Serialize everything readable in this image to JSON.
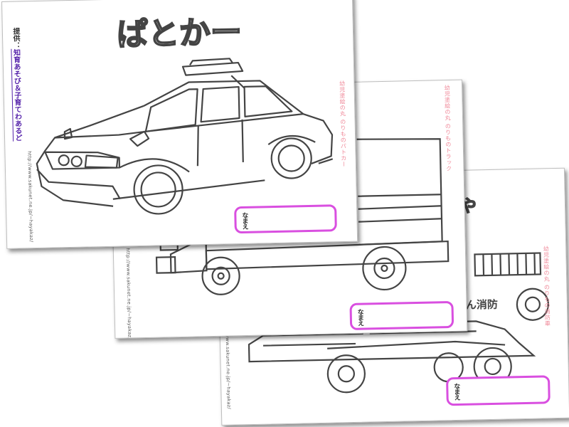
{
  "sheets": {
    "police": {
      "title": "ぱとかー",
      "name_label": "なまえ",
      "side_text": "幼児塗絵の丸 のりものパトカー",
      "credit_prefix": "提供：",
      "credit_link": "知育あそび＆子育てわあるど",
      "url": "http://www.sakunet.ne.jp/~hayakaz/"
    },
    "truck": {
      "name_label": "なまえ",
      "side_text": "幼児塗絵の丸 のりものトラック",
      "url": "http://www.sakunet.ne.jp/~hayakaz/"
    },
    "fire": {
      "title_partial": "や",
      "label_partial": "ん消防",
      "name_label": "なまえ",
      "side_text": "幼児塗絵の丸 のりもの消防車",
      "url": "http://www.sakunet.ne.jp/~hayakaz/"
    }
  },
  "colors": {
    "outline": "#444444",
    "name_box_border": "#d94fe0",
    "side_text": "#f08a9a",
    "credit_link": "#5522aa"
  }
}
